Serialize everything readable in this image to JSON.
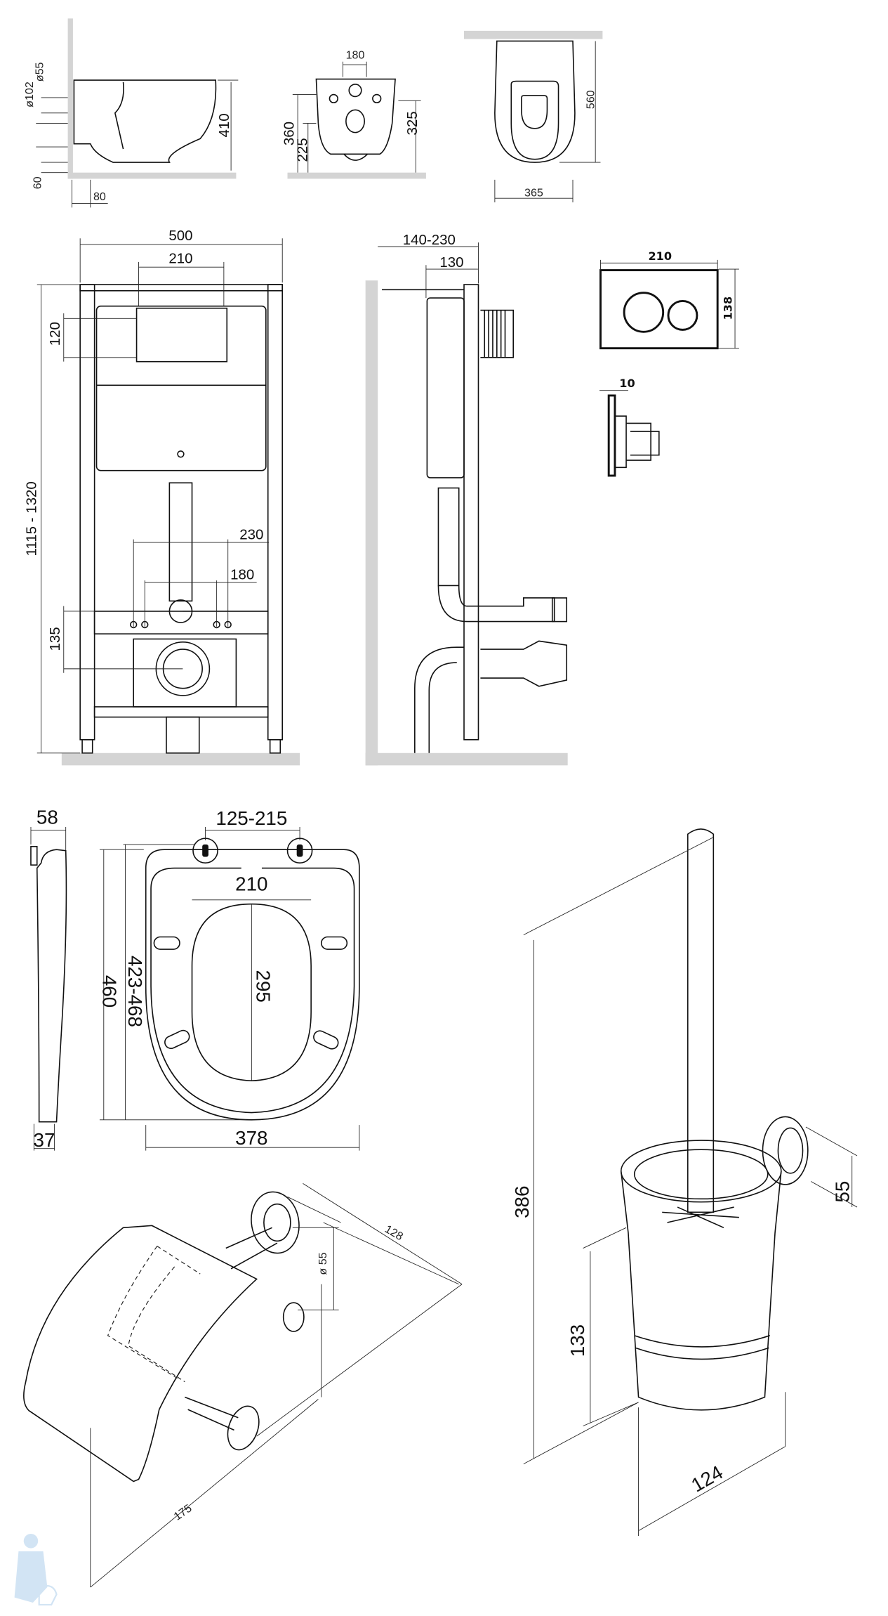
{
  "toilet_views": {
    "side": {
      "d_55": "ø55",
      "d_102": "ø102",
      "h_60": "60",
      "w_80": "80",
      "h_410": "410"
    },
    "front": {
      "w_180": "180",
      "h_360": "360",
      "h_225": "225",
      "h_325": "325"
    },
    "top": {
      "l_560": "560",
      "w_365": "365"
    }
  },
  "installation_frame": {
    "front": {
      "w_500": "500",
      "w_210": "210",
      "h_120": "120",
      "h_range": "1115 - 1320",
      "w_230": "230",
      "w_180": "180",
      "h_135": "135"
    },
    "side": {
      "d_range": "140-230",
      "d_130": "130"
    }
  },
  "flush_plate": {
    "w_210": "210",
    "h_138": "138",
    "t_10": "10"
  },
  "seat": {
    "side_58": "58",
    "side_37": "37",
    "hinge_range": "125-215",
    "w_210": "210",
    "l_295": "295",
    "l_range": "423-468",
    "l_460": "460",
    "w_378": "378"
  },
  "paper_holder": {
    "d_128": "128",
    "d_55": "ø 55",
    "w_175": "175"
  },
  "brush_holder": {
    "h_386": "386",
    "h_133": "133",
    "w_124": "124",
    "d_55": "55"
  }
}
